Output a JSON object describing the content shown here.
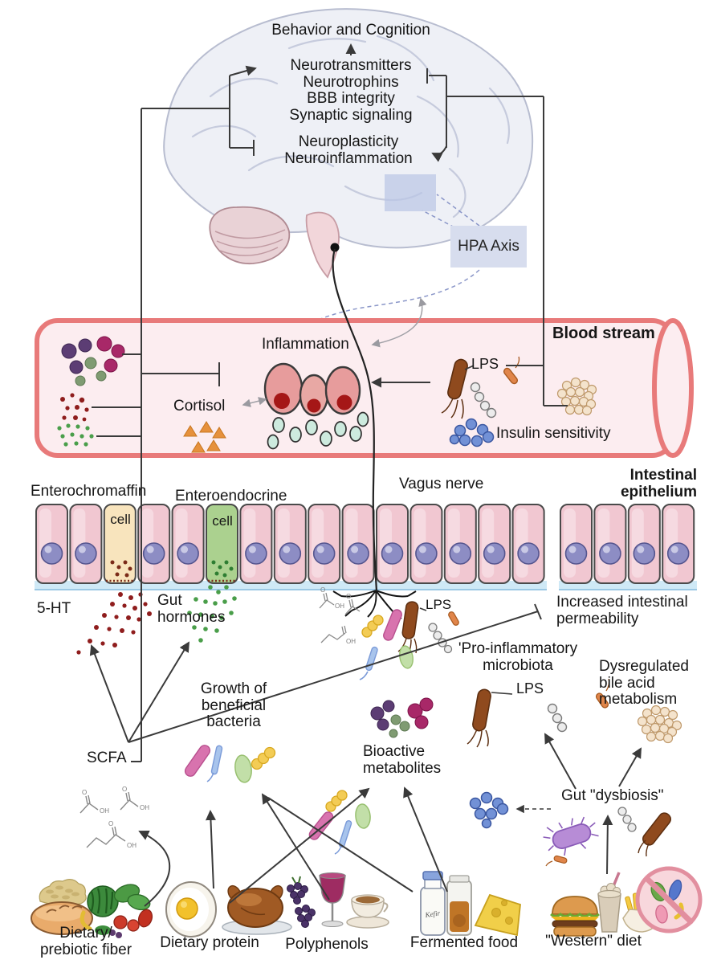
{
  "brain": {
    "behavior_cognition": "Behavior and Cognition",
    "modulator_stack": "Neurotransmitters\nNeurotrophins\nBBB integrity\nSynaptic signaling",
    "plasticity_stack": "Neuroplasticity\nNeuroinflammation",
    "hpa_axis": "HPA Axis"
  },
  "bloodstream": {
    "title": "Blood stream",
    "inflammation": "Inflammation",
    "cortisol": "Cortisol",
    "lps": "LPS",
    "insulin_sensitivity": "Insulin sensitivity"
  },
  "epithelium": {
    "title": "Intestinal\nepithelium",
    "enterochromaffin": "Enterochromaffin",
    "enterochromaffin_cell_word": "cell",
    "enteroendocrine": "Enteroendocrine",
    "enteroendocrine_cell_word": "cell",
    "vagus_nerve": "Vagus nerve",
    "serotonin": "5-HT",
    "gut_hormones": "Gut\nhormones",
    "permeability": "Increased intestinal\npermeability",
    "lps_leak": "LPS"
  },
  "microbiome": {
    "scfa": "SCFA",
    "growth": "Growth of\nbeneficial\nbacteria",
    "bioactive": "Bioactive\nmetabolites",
    "pro_inflammatory": "'Pro-inflammatory\nmicrobiota",
    "lps": "LPS",
    "bile": "Dysregulated\nbile acid\nmetabolism",
    "dysbiosis": "Gut \"dysbiosis\""
  },
  "foods": {
    "fiber": "Dietary/\nprebiotic fiber",
    "protein": "Dietary protein",
    "polyphenols": "Polyphenols",
    "fermented": "Fermented food",
    "western": "\"Western\" diet",
    "kefir_label": "Kefir"
  },
  "chem": {
    "o": "O",
    "oh": "OH"
  },
  "colors": {
    "vessel_stroke": "#e87a7a",
    "vessel_fill": "#fcedf0",
    "epithelial_cell": "#f1c7d1",
    "enterochromaffin_cell": "#f8e4bd",
    "enteroendocrine_cell": "#abd18f",
    "hpa_box": "#d7ddee",
    "membrane_blue": "#cfe9f6",
    "cortisol_orange": "#e6913c",
    "serotonin_red": "#8f1d1d",
    "hormone_green": "#4a9e4a",
    "insulin_blue": "#7291d6",
    "lps_brown": "#8f4a1e",
    "dysbiosis_purple": "#b78cd6"
  }
}
